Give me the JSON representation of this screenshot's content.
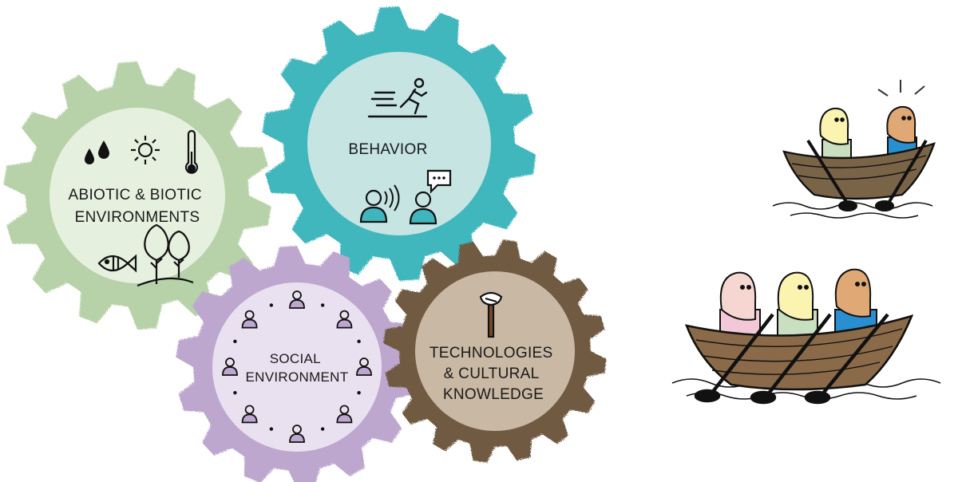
{
  "gears": [
    {
      "id": "abiotic",
      "label_lines": [
        "ABIOTIC & BIOTIC",
        "ENVIRONMENTS"
      ],
      "outer_color": "#b7d2a8",
      "inner_color": "#e6f0df",
      "icons": [
        "water-drops-icon",
        "sun-icon",
        "thermometer-icon",
        "fish-icon",
        "trees-icon"
      ]
    },
    {
      "id": "behavior",
      "label_lines": [
        "BEHAVIOR"
      ],
      "outer_color": "#3fb6bd",
      "inner_color": "#c5e4e2",
      "icons": [
        "running-person-icon",
        "speaking-person-icon",
        "person-with-speech-bubble-icon"
      ]
    },
    {
      "id": "social",
      "label_lines": [
        "SOCIAL",
        "ENVIRONMENT"
      ],
      "outer_color": "#bda7cf",
      "inner_color": "#e9e1ef",
      "icons": [
        "person-icon"
      ]
    },
    {
      "id": "technologies",
      "label_lines": [
        "TECHNOLOGIES",
        "& CULTURAL",
        "KNOWLEDGE"
      ],
      "outer_color": "#6f5a43",
      "inner_color": "#c9b8a4",
      "icons": [
        "stone-axe-icon"
      ]
    }
  ],
  "boats": [
    {
      "id": "boat-two-rowers",
      "rowers": [
        "yellow-rower",
        "orange-rower"
      ],
      "icons": [
        "surprise-lines-icon"
      ]
    },
    {
      "id": "boat-three-rowers",
      "rowers": [
        "pink-rower",
        "yellow-rower",
        "orange-rower"
      ]
    }
  ]
}
